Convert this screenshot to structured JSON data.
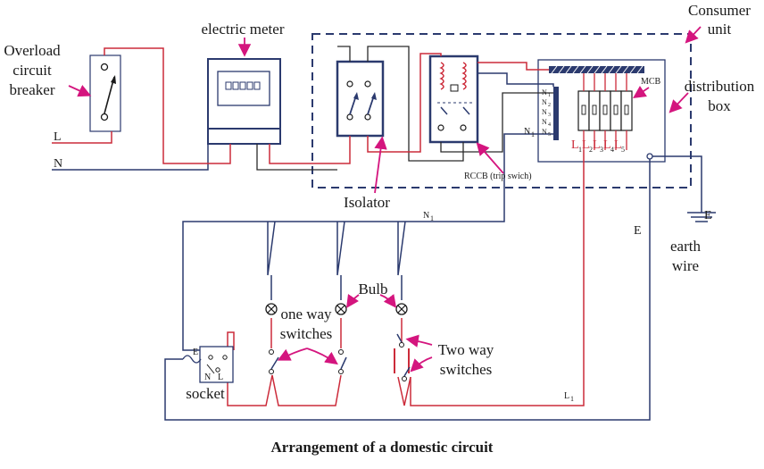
{
  "labels": {
    "overload_breaker": [
      "Overload",
      "circuit",
      "breaker"
    ],
    "electric_meter": "electric meter",
    "consumer_unit": [
      "Consumer",
      "unit"
    ],
    "distribution_box": [
      "distribution",
      "box"
    ],
    "mcb": "MCB",
    "rccb": "RCCB (trip swich)",
    "isolator": "Isolator",
    "earth_wire": [
      "earth",
      "wire"
    ],
    "earth_e_terminal": "E",
    "earth_e_line": "E",
    "bulb": "Bulb",
    "one_way_switches": [
      "one way",
      "switches"
    ],
    "two_way_switches": [
      "Two way",
      "switches"
    ],
    "socket": "socket",
    "socket_e": "E",
    "socket_n": "N",
    "socket_l": "L",
    "live_in": "L",
    "neutral_in": "N",
    "neutral_n1": "N",
    "neutral_n1_sub": "1",
    "live_l1": "L",
    "live_l1_sub": "1",
    "neutral_bar": [
      "N",
      "N",
      "N",
      "N",
      "N"
    ],
    "neutral_bar_subs": [
      "1",
      "2",
      "3",
      "4",
      "5"
    ],
    "mcb_outputs": [
      "L",
      "L",
      "L",
      "L",
      "L"
    ],
    "mcb_output_subs": [
      "1",
      "2",
      "3",
      "4",
      "5"
    ],
    "dist_n1": "N",
    "dist_n1_sub": "1"
  },
  "caption": "Arrangement of a domestic circuit",
  "colors": {
    "live": "#cc2b3a",
    "neutral": "#2b3a6e",
    "annotation_arrow": "#d4157e"
  }
}
